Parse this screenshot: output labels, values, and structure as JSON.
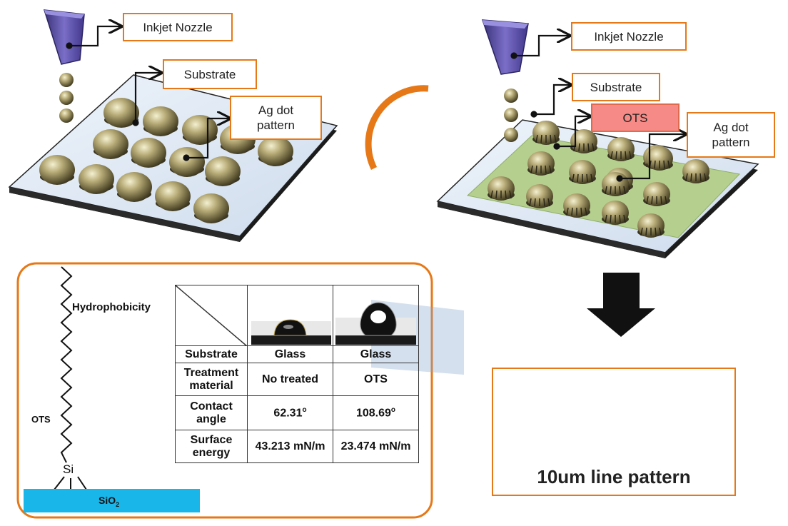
{
  "labels": {
    "left_nozzle": "Inkjet Nozzle",
    "left_substrate": "Substrate",
    "left_ag": "Ag dot\npattern",
    "right_nozzle": "Inkjet Nozzle",
    "right_substrate": "Substrate",
    "right_ots": "OTS",
    "right_ag": "Ag dot\npattern"
  },
  "molecule": {
    "hydrophobicity": "Hydrophobicity",
    "ots": "OTS",
    "si": "Si",
    "sio2_base": "SiO",
    "sio2_sub": "2"
  },
  "table": {
    "rows": [
      {
        "label": "Substrate",
        "glass": "Glass",
        "ots": "Glass"
      },
      {
        "label": "Treatment material",
        "glass": "No treated",
        "ots": "OTS"
      },
      {
        "label": "Contact angle",
        "glass": "62.31",
        "ots": "108.69",
        "unit": "o"
      },
      {
        "label": "Surface energy",
        "glass": "43.213 mN/m",
        "ots": "23.474 mN/m"
      }
    ]
  },
  "result": {
    "caption": "10um line pattern"
  },
  "colors": {
    "accent": "#e67817",
    "ots_fill": "#f58a86",
    "sio2": "#19b6ea",
    "ots_coating": "#b5cf8e",
    "nozzle": "#5a4ea0"
  }
}
